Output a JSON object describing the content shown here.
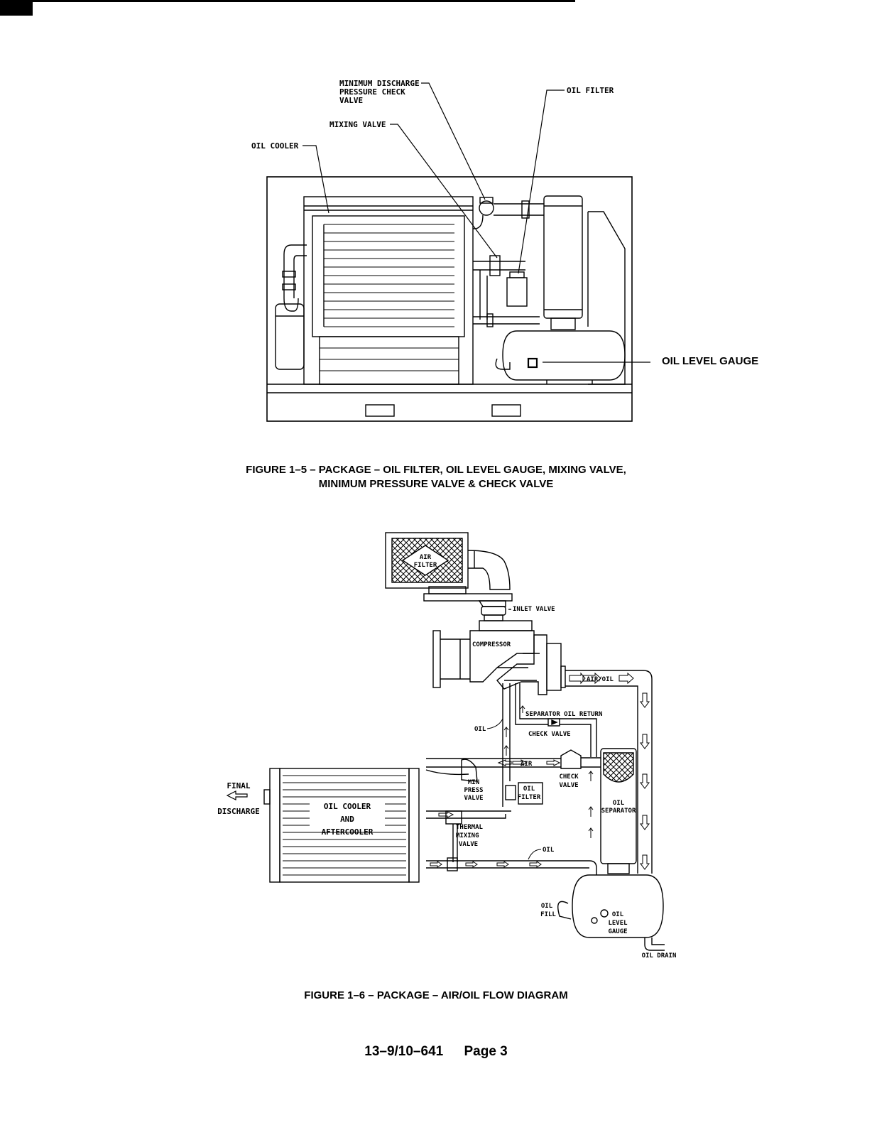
{
  "figure5": {
    "labels": {
      "min_discharge": [
        "MINIMUM DISCHARGE",
        "PRESSURE CHECK",
        "VALVE"
      ],
      "mixing_valve": "MIXING VALVE",
      "oil_cooler": "OIL COOLER",
      "oil_filter": "OIL FILTER",
      "oil_level_gauge": "OIL LEVEL GAUGE"
    },
    "caption": {
      "line1": "FIGURE 1–5  –  PACKAGE – OIL FILTER, OIL LEVEL GAUGE, MIXING VALVE,",
      "line2": "MINIMUM PRESSURE VALVE & CHECK VALVE"
    }
  },
  "figure6": {
    "labels": {
      "air_filter": [
        "AIR",
        "FILTER"
      ],
      "inlet_valve": "INLET VALVE",
      "compressor": "COMPRESSOR",
      "air_oil": "AIR/OIL",
      "separator_oil_return": "SEPARATOR OIL RETURN",
      "check_valve_top": "CHECK VALVE",
      "oil_top": "OIL",
      "air": "AIR",
      "check_valve_right": [
        "CHECK",
        "VALVE"
      ],
      "min_press_valve": [
        "MIN",
        "PRESS",
        "VALVE"
      ],
      "oil_filter": [
        "OIL",
        "FILTER"
      ],
      "oil_separator": [
        "OIL",
        "SEPARATOR"
      ],
      "final_discharge": [
        "FINAL",
        "DISCHARGE"
      ],
      "oil_cooler": [
        "OIL COOLER",
        "AND",
        "AFTERCOOLER"
      ],
      "thermal_mixing_valve": [
        "THERMAL",
        "MIXING",
        "VALVE"
      ],
      "oil_bottom": "OIL",
      "oil_fill": [
        "OIL",
        "FILL"
      ],
      "oil_level_gauge": [
        "OIL",
        "LEVEL",
        "GAUGE"
      ],
      "oil_drain": "OIL DRAIN"
    },
    "caption": "FIGURE 1–6  –  PACKAGE – AIR/OIL FLOW DIAGRAM"
  },
  "footer": {
    "doc_number": "13–9/10–641",
    "page": "Page 3"
  }
}
